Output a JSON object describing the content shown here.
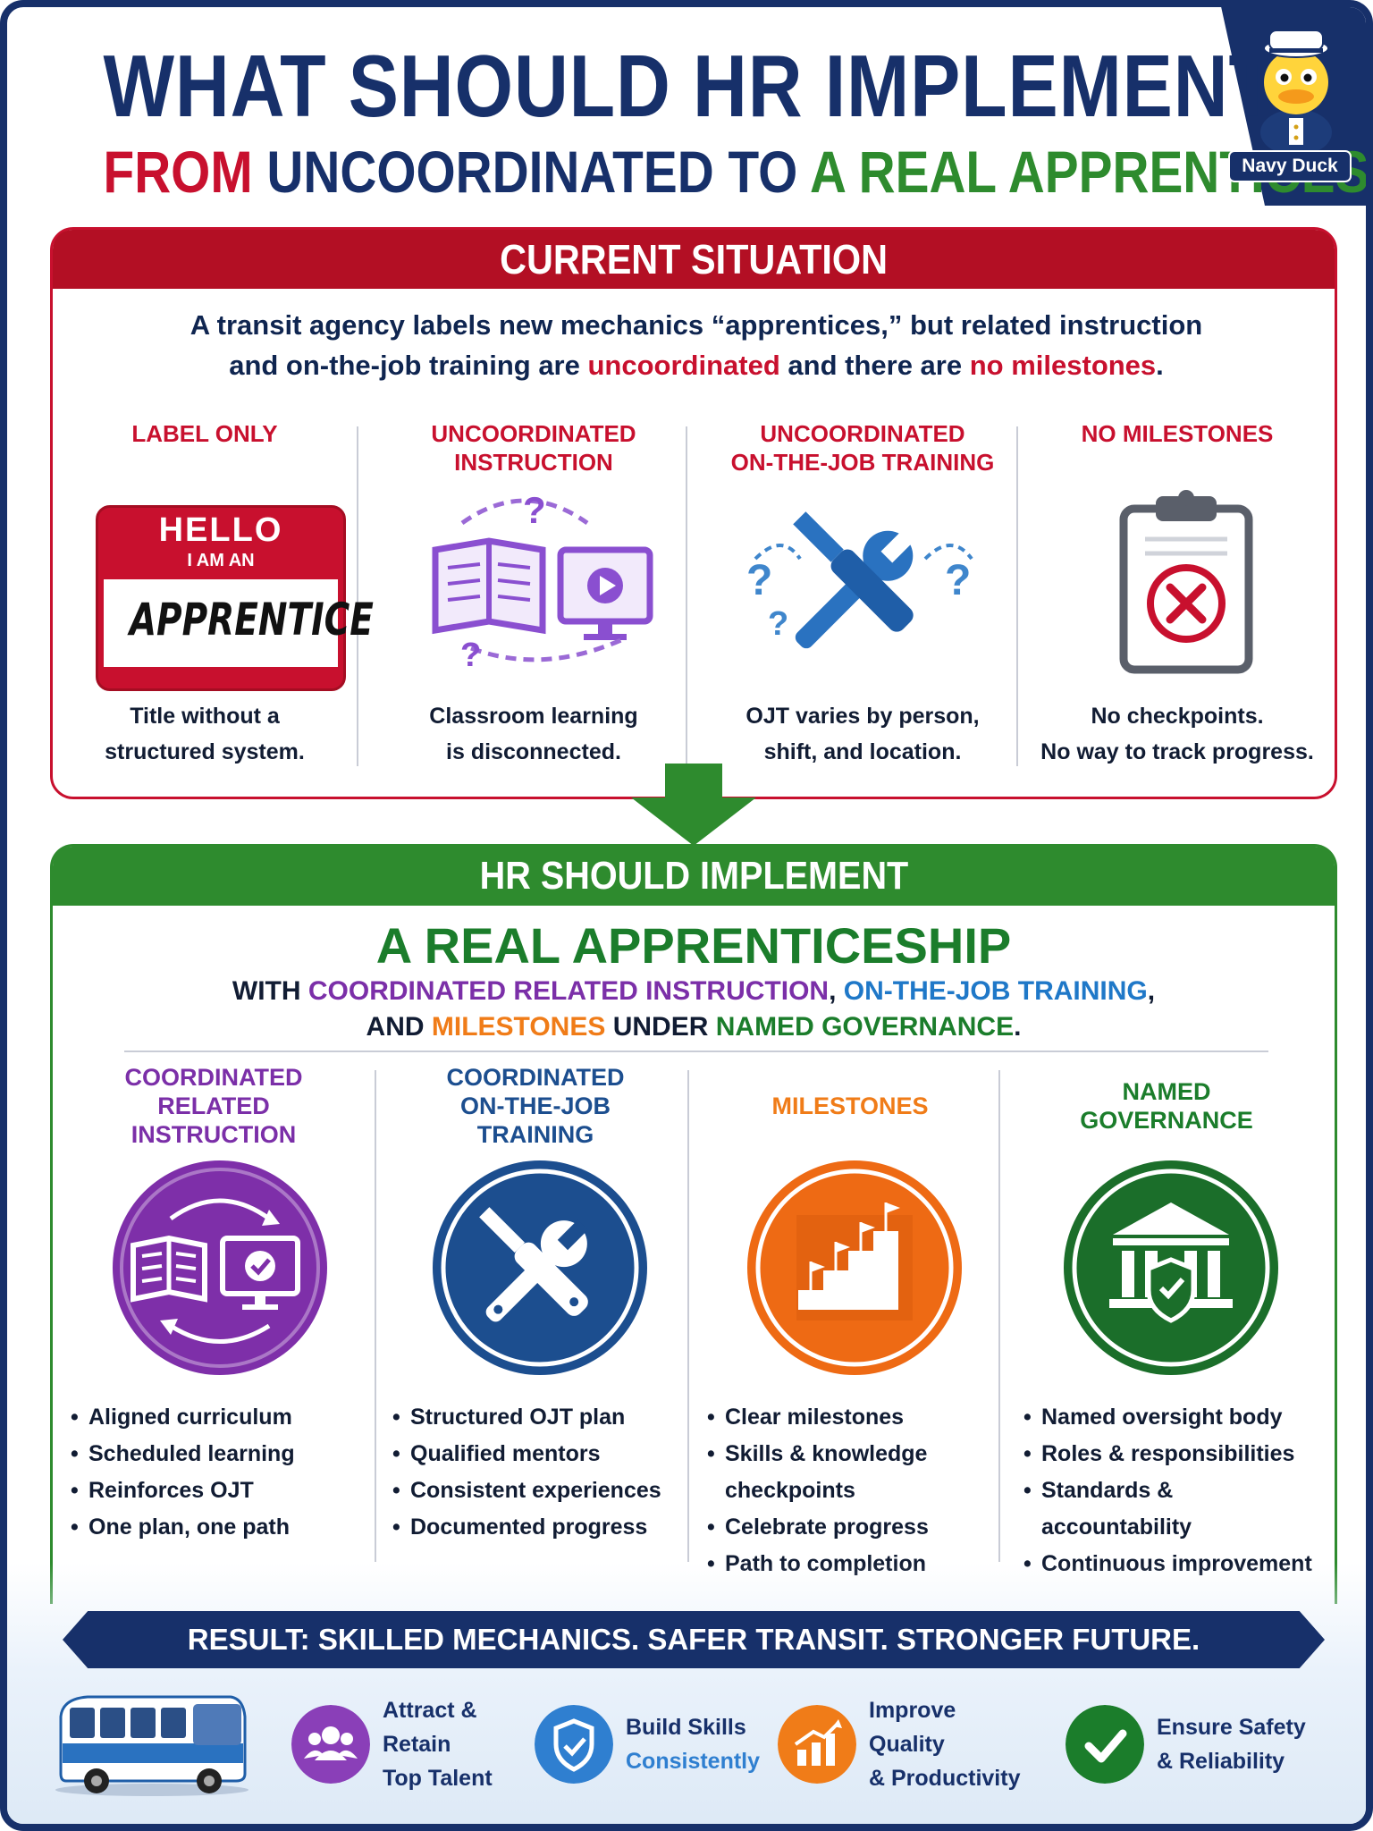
{
  "header": {
    "title": "WHAT SHOULD HR IMPLEMENT?",
    "subtitle_from": "FROM",
    "subtitle_mid": "UNCOORDINATED TO",
    "subtitle_end": "A REAL APPRENTICESHIP"
  },
  "mascot": {
    "label": "Navy Duck"
  },
  "current": {
    "heading": "CURRENT SITUATION",
    "text_line1": "A transit agency labels new mechanics “apprentices,” but related instruction",
    "text_line2_a": "and on-the-job training are",
    "text_line2_b": "uncoordinated",
    "text_line2_c": "and there are",
    "text_line2_d": "no milestones",
    "text_line2_e": ".",
    "columns": [
      {
        "title_l1": "LABEL ONLY",
        "title_l2": "",
        "desc_l1": "Title without a",
        "desc_l2": "structured system.",
        "icon": "name-tag-icon"
      },
      {
        "title_l1": "UNCOORDINATED",
        "title_l2": "INSTRUCTION",
        "desc_l1": "Classroom learning",
        "desc_l2": "is disconnected.",
        "icon": "book-monitor-icon"
      },
      {
        "title_l1": "UNCOORDINATED",
        "title_l2": "ON-THE-JOB TRAINING",
        "desc_l1": "OJT varies by person,",
        "desc_l2": "shift, and location.",
        "icon": "wrench-screwdriver-icon"
      },
      {
        "title_l1": "NO MILESTONES",
        "title_l2": "",
        "desc_l1": "No checkpoints.",
        "desc_l2": "No way to track progress.",
        "icon": "clipboard-x-icon"
      }
    ],
    "name_tag": {
      "hello": "HELLO",
      "iam": "I AM AN",
      "word": "APPRENTICE"
    }
  },
  "implement": {
    "heading": "HR SHOULD IMPLEMENT",
    "title": "A REAL APPRENTICESHIP",
    "with_l1_a": "WITH",
    "with_l1_b": "COORDINATED RELATED INSTRUCTION",
    "with_l1_c": ",",
    "with_l1_d": "ON-THE-JOB TRAINING",
    "with_l1_e": ",",
    "with_l2_a": "AND",
    "with_l2_b": "MILESTONES",
    "with_l2_c": "UNDER",
    "with_l2_d": "NAMED GOVERNANCE",
    "with_l2_e": ".",
    "columns": [
      {
        "title": [
          "COORDINATED",
          "RELATED",
          "INSTRUCTION"
        ],
        "color": "#7b2fa8",
        "icon": "book-monitor-cycle-icon",
        "bullets": [
          "Aligned curriculum",
          "Scheduled learning",
          "Reinforces OJT",
          "One plan, one path"
        ]
      },
      {
        "title": [
          "COORDINATED",
          "ON-THE-JOB",
          "TRAINING"
        ],
        "color": "#1c4e8f",
        "icon": "wrench-screwdriver-icon",
        "bullets": [
          "Structured OJT plan",
          "Qualified mentors",
          "Consistent experiences",
          "Documented progress"
        ]
      },
      {
        "title": [
          "MILESTONES"
        ],
        "color": "#f07c18",
        "icon": "stairs-flags-icon",
        "bullets": [
          "Clear milestones",
          "Skills & knowledge",
          "checkpoints",
          "Celebrate progress",
          "Path to completion"
        ]
      },
      {
        "title": [
          "NAMED",
          "GOVERNANCE"
        ],
        "color": "#1b7d2b",
        "icon": "institution-shield-icon",
        "bullets": [
          "Named oversight body",
          "Roles & responsibilities",
          "Standards & accountability",
          "Continuous improvement"
        ]
      }
    ]
  },
  "result": {
    "text": "RESULT: SKILLED MECHANICS. SAFER TRANSIT. STRONGER FUTURE.",
    "benefits": [
      {
        "l1": "Attract & Retain",
        "l2": "Top Talent",
        "color": "#8a3fb8",
        "icon": "people-icon"
      },
      {
        "l1": "Build Skills",
        "l2": "Consistently",
        "color": "#2f7fd0",
        "icon": "shield-check-icon"
      },
      {
        "l1": "Improve Quality",
        "l2": "& Productivity",
        "color": "#f07c18",
        "icon": "growth-chart-icon"
      },
      {
        "l1": "Ensure Safety",
        "l2": "& Reliability",
        "color": "#1b7d2b",
        "icon": "check-icon"
      }
    ]
  }
}
